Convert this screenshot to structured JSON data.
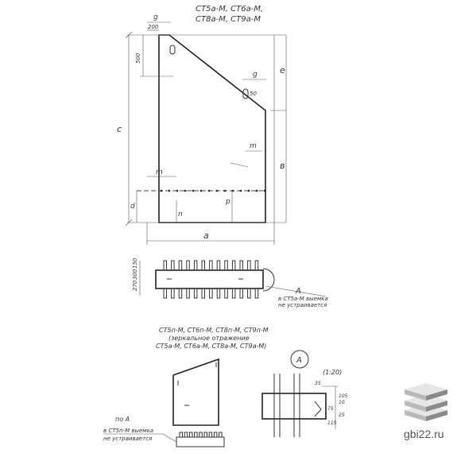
{
  "top_drawing": {
    "title_line1": "СТ5а-М,   СТ6а-М,",
    "title_line2": "СТ8а-М,   СТ9а-М",
    "dim_200": "200",
    "dim_500": "500",
    "dim_50": "50",
    "label_a": "а",
    "label_b": "в",
    "label_c": "с",
    "label_d": "d",
    "label_e": "е",
    "label_m": "m",
    "label_n": "n",
    "label_p": "р",
    "label_g": "g"
  },
  "plan_view": {
    "dim_150": "150",
    "dim_300": "300",
    "dim_270": "270",
    "callout_letter": "А",
    "callout_line1": "в СТ5а-М выемка",
    "callout_line2": "не устраивается"
  },
  "mirror_caption": {
    "line1": "СТ5п-М, СТ6п-М, СТ8п-М, СТ9п-М",
    "line2": "(зеркальное отражение",
    "line3": "СТ5а-М, СТ6а-М, СТ8а-М, СТ9а-М)"
  },
  "detail": {
    "circle_letter": "А",
    "scale": "(1:20)",
    "dim_35": "35",
    "dim_105": "105",
    "dim_10": "10",
    "dim_75": "75",
    "dim_25": "25",
    "dim_115": "115"
  },
  "bottom_note": {
    "line1": "по А",
    "line2": "в СТ5п-М выемка",
    "line3": "не устраивается"
  },
  "watermark": {
    "site": "gbi22.ru",
    "logo_icon": "stacked-slabs-icon",
    "colors": {
      "top": "#e6e6e6",
      "mid": "#b9b9b9",
      "dark": "#8a8a8a"
    }
  }
}
